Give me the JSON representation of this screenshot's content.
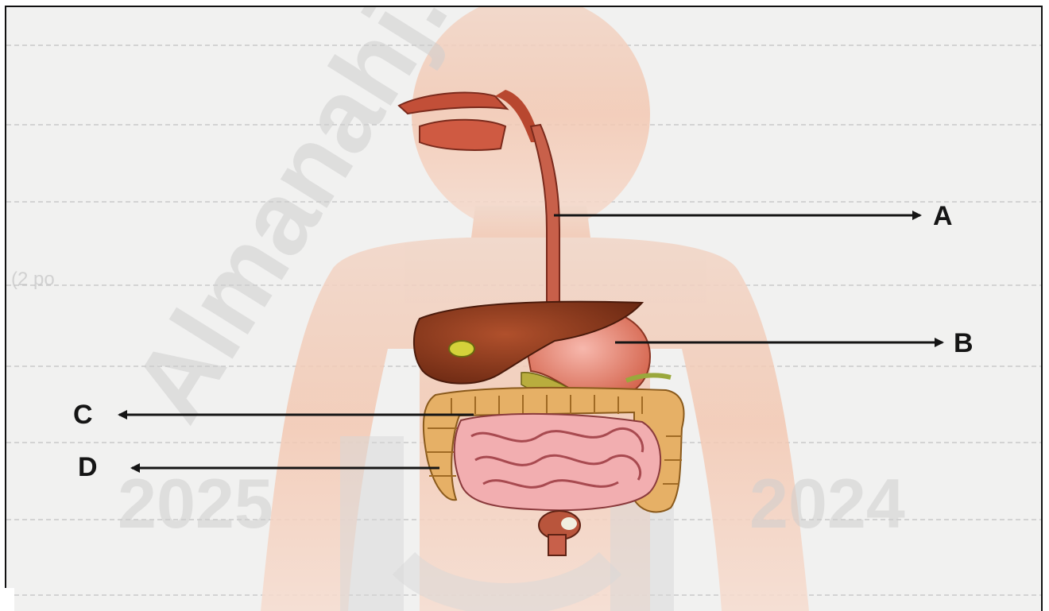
{
  "labels": {
    "a": "A",
    "b": "B",
    "c": "C",
    "d": "D"
  },
  "watermark": {
    "site": "Almanahj.com/ae",
    "year_left": "2025",
    "year_right": "2024"
  },
  "background_text": {
    "margin_note": "(2 po"
  }
}
